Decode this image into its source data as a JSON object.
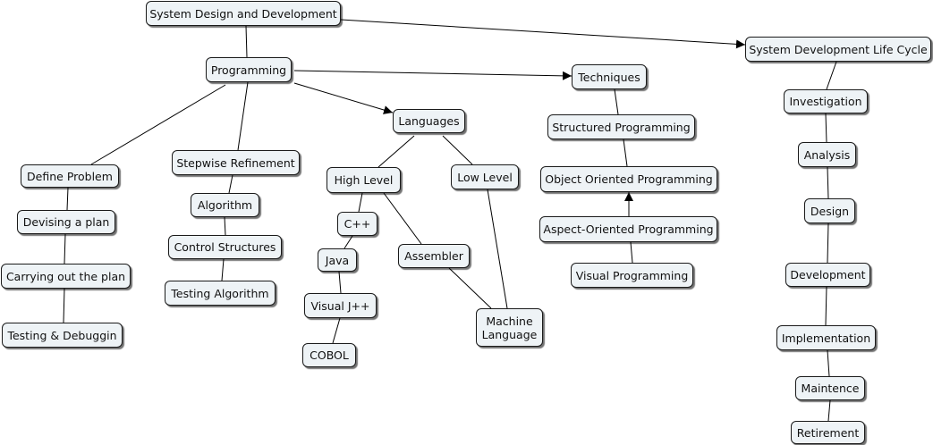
{
  "concept_map": {
    "nodes": {
      "system_design": "System Design and Development",
      "programming": "Programming",
      "sdlc": "System Development Life Cycle",
      "techniques": "Techniques",
      "languages": "Languages",
      "define_problem": "Define Problem",
      "devising_plan": "Devising a plan",
      "carrying_out": "Carrying out the plan",
      "testing_debugging": "Testing & Debuggin",
      "stepwise": "Stepwise Refinement",
      "algorithm": "Algorithm",
      "control_structures": "Control Structures",
      "testing_algorithm": "Testing Algorithm",
      "high_level": "High Level",
      "low_level": "Low Level",
      "cpp": "C++",
      "java": "Java",
      "visual_jpp": "Visual J++",
      "cobol": "COBOL",
      "assembler": "Assembler",
      "machine_language": "Machine Language",
      "structured_programming": "Structured Programming",
      "oop": "Object Oriented Programming",
      "aop": "Aspect-Oriented Programming",
      "visual_programming": "Visual Programming",
      "investigation": "Investigation",
      "analysis": "Analysis",
      "design": "Design",
      "development": "Development",
      "implementation": "Implementation",
      "maintence": "Maintence",
      "retirement": "Retirement"
    }
  }
}
